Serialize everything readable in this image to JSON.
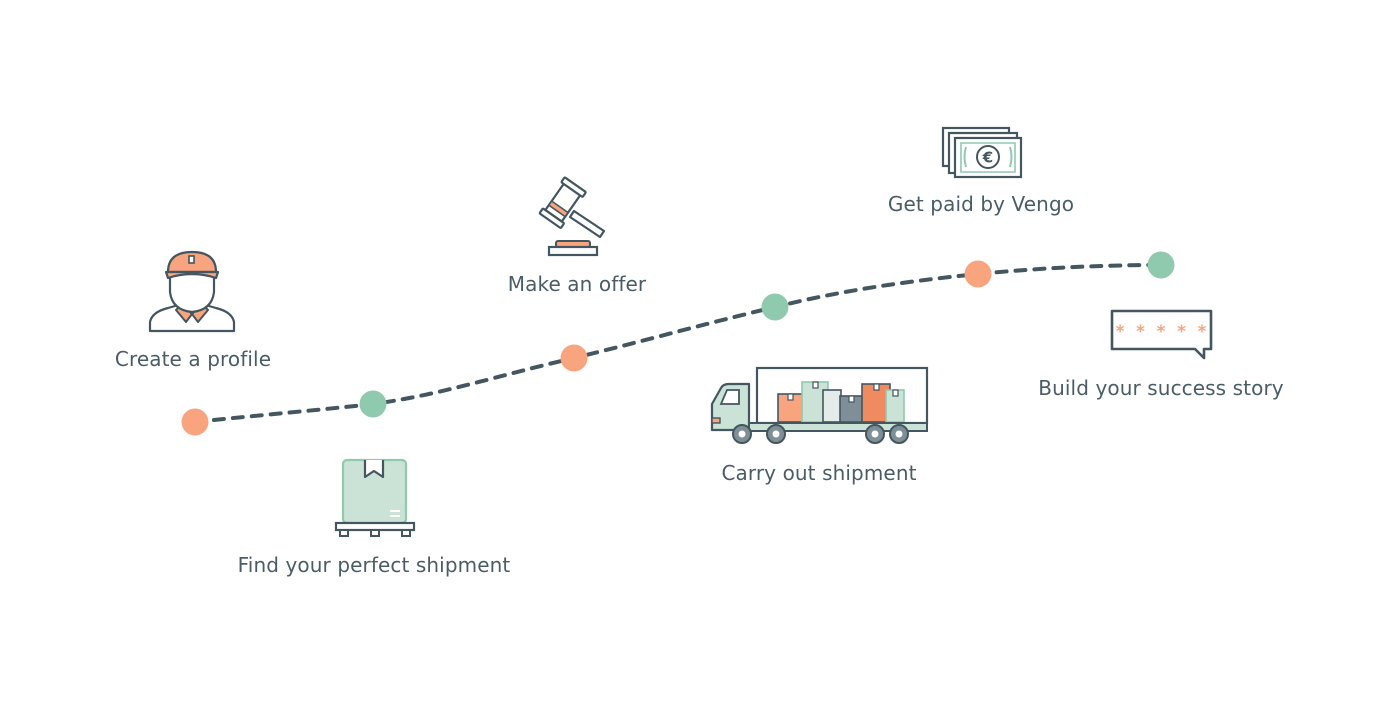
{
  "colors": {
    "orange": "#f7a47f",
    "green": "#8fc9ae",
    "line": "#44565f",
    "text": "#4a5d66",
    "box_fill": "#cbe3d7",
    "orange_dark": "#f08a61"
  },
  "steps": [
    {
      "label": "Create a profile",
      "icon": "courier-icon",
      "dot": "orange"
    },
    {
      "label": "Find your perfect shipment",
      "icon": "package-on-pallet-icon",
      "dot": "green"
    },
    {
      "label": "Make an offer",
      "icon": "gavel-icon",
      "dot": "orange"
    },
    {
      "label": "Carry out shipment",
      "icon": "truck-icon",
      "dot": "green"
    },
    {
      "label": "Get paid by Vengo",
      "icon": "euro-banknotes-icon",
      "dot": "orange"
    },
    {
      "label": "Build your success story",
      "icon": "rating-bubble-icon",
      "dot": "green"
    }
  ],
  "rating_stars": "* * * * *",
  "currency_symbol": "€"
}
